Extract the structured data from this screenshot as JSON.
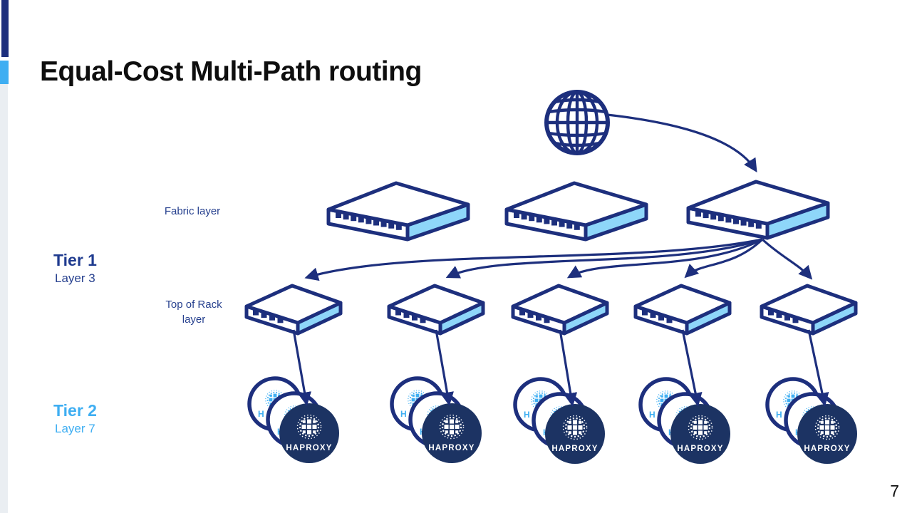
{
  "slide": {
    "title": "Equal-Cost Multi-Path routing",
    "page_number": "7"
  },
  "labels": {
    "fabric_layer": "Fabric layer",
    "tier1": "Tier 1",
    "tier1_layer": "Layer 3",
    "top_of_rack": "Top of Rack layer",
    "tier2": "Tier 2",
    "tier2_layer": "Layer 7"
  },
  "diagram": {
    "haproxy_label": "HAPROXY",
    "haproxy_partial_label": "H",
    "fabric_switch_count": 3,
    "tor_switch_count": 5,
    "haproxy_cluster_count": 5,
    "icons": {
      "internet": "globe-icon",
      "fabric_switch": "network-switch-icon",
      "tor_switch": "network-switch-icon",
      "load_balancer": "haproxy-logo-icon"
    },
    "colors": {
      "navy": "#1d2f7d",
      "haproxy_navy": "#1c3363",
      "sky_blue": "#8ed6f9",
      "tier2_blue": "#3eaef2",
      "pale_bar": "#eaeef2",
      "title": "#0e0e0e"
    }
  }
}
